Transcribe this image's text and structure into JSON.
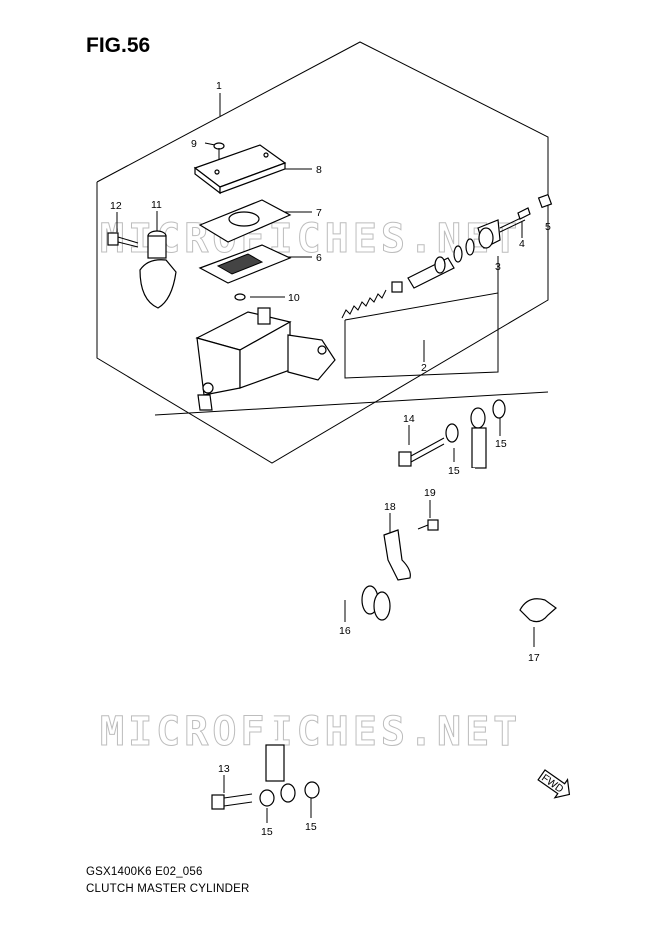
{
  "figure": {
    "title": "FIG.56"
  },
  "caption": {
    "model_code": "GSX1400K6 E02_056",
    "name": "CLUTCH MASTER CYLINDER"
  },
  "watermark": {
    "text": "MICROFICHES.NET"
  },
  "fwd_label": "FWD",
  "part_numbers": {
    "p1": "1",
    "p2": "2",
    "p3": "3",
    "p4": "4",
    "p5": "5",
    "p6": "6",
    "p7": "7",
    "p8": "8",
    "p9": "9",
    "p10": "10",
    "p11": "11",
    "p12": "12",
    "p13": "13",
    "p14": "14",
    "p15a": "15",
    "p15b": "15",
    "p15c": "15",
    "p15d": "15",
    "p16": "16",
    "p17": "17",
    "p18": "18",
    "p19": "19"
  }
}
